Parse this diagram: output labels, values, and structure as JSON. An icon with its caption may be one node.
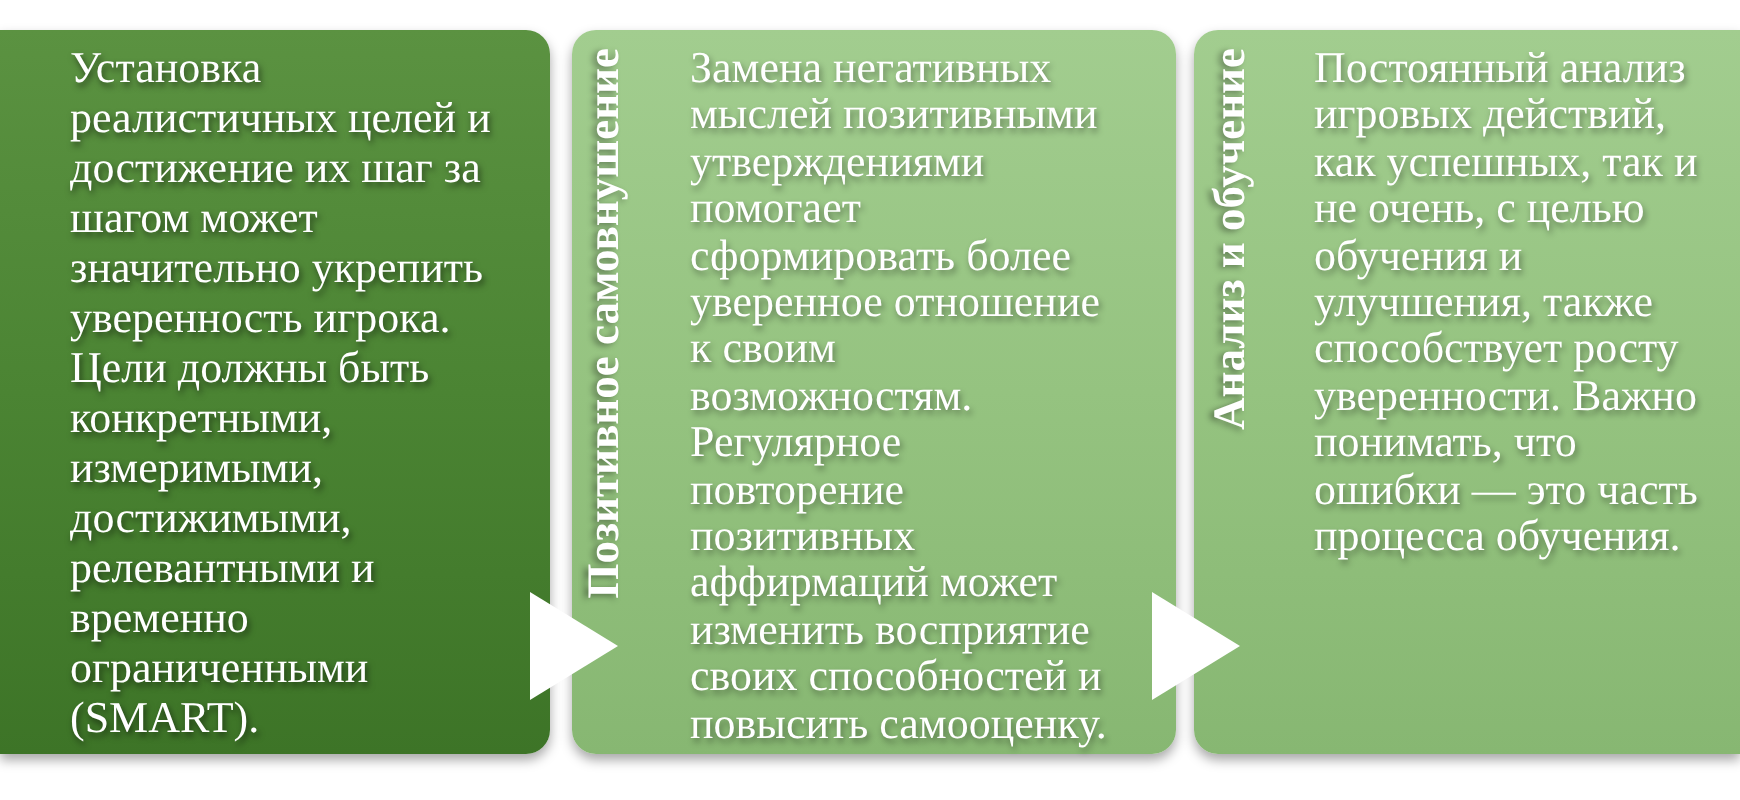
{
  "diagram": {
    "nodes": [
      {
        "text": [
          "Установка реалистичных целей и достижение их шаг за шагом может значительно укрепить уверенность игрока. Цели должны быть конкретными, измеримыми, достижимыми, релевантными и временно ограниченными (SMART)."
        ]
      },
      {
        "text": [
          "Позитивное самовнушение",
          "Замена негативных мыслей позитивными утверждениями помогает сформировать более уверенное отношение к своим возможностям. Регулярное повторение позитивных аффирмаций может изменить восприятие своих способностей и повысить самооценку."
        ]
      },
      {
        "text": [
          "Анализ и обучение",
          "Постоянный анализ игровых действий, как успешных, так и не очень, с целью обучения и улучшения, также способствует росту уверенности. Важно понимать, что ошибки — это часть процесса обучения."
        ]
      }
    ],
    "edges": [
      {
        "from": 0,
        "to": 1,
        "arrow": "to"
      },
      {
        "from": 1,
        "to": 2,
        "arrow": "to"
      }
    ]
  }
}
